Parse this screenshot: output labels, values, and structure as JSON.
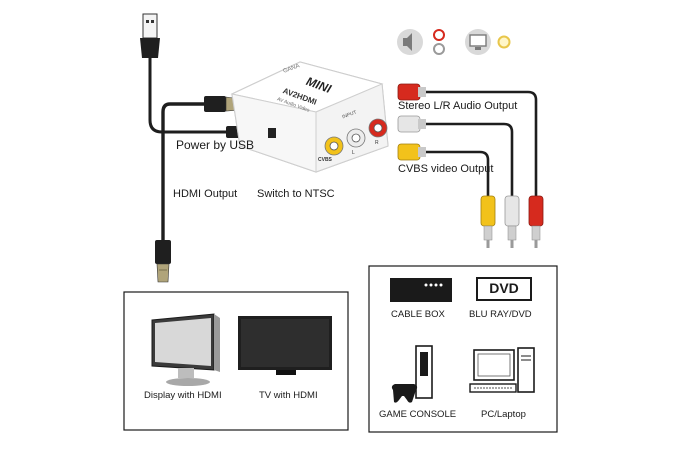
{
  "labels": {
    "power": "Power by USB",
    "hdmi_out": "HDMI Output",
    "switch": "Switch to NTSC",
    "stereo": "Stereo L/R Audio Output",
    "cvbs": "CVBS video Output"
  },
  "device": {
    "brand": "GANA",
    "model": "MINI",
    "name": "AV2HDMI",
    "sub": "AV Audio Video",
    "port_input": "INPUT",
    "port_cvbs": "CVBS",
    "port_l": "L",
    "port_r": "R"
  },
  "outputs_box": {
    "display": "Display with HDMI",
    "tv": "TV with HDMI"
  },
  "sources_box": {
    "cable": "CABLE BOX",
    "dvd_logo": "DVD",
    "bluray": "BLU RAY/DVD",
    "console": "GAME CONSOLE",
    "pc": "PC/Laptop"
  },
  "colors": {
    "red": "#d62a1e",
    "white": "#e6e6e6",
    "yellow": "#f2c21b",
    "cable": "#1e1e1e"
  }
}
